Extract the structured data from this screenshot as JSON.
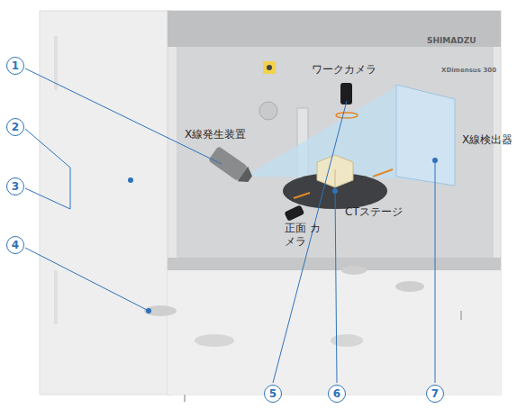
{
  "diagram": {
    "nodes": [
      {
        "text": [
          "1"
        ]
      },
      {
        "text": [
          "2"
        ]
      },
      {
        "text": [
          "3"
        ]
      },
      {
        "text": [
          "4"
        ]
      },
      {
        "text": [
          "5"
        ]
      },
      {
        "text": [
          "6"
        ]
      },
      {
        "text": [
          "7"
        ]
      }
    ],
    "labels": [
      "ワークカメラ",
      "X線発生装置",
      "X線検出器",
      "CTステージ",
      "正面 カメラ",
      "SHIMADZU",
      "XDimensus 300"
    ]
  }
}
